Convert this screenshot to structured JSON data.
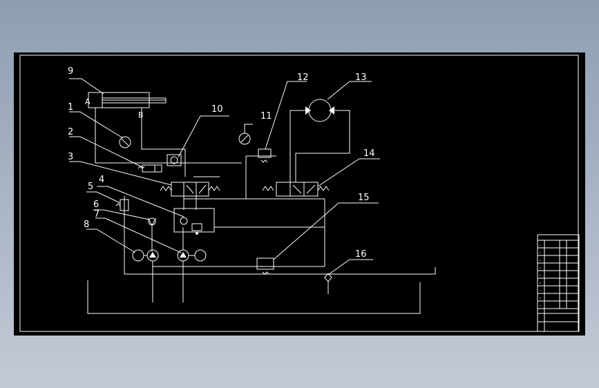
{
  "callouts": [
    "9",
    "1",
    "2",
    "3",
    "5",
    "4",
    "6",
    "7",
    "8",
    "10",
    "11",
    "12",
    "13",
    "14",
    "15",
    "16"
  ],
  "cylinder_ports": {
    "a": "A",
    "b": "B"
  },
  "title_block": {
    "rows": [
      [
        "1",
        "",
        "",
        "",
        ""
      ],
      [
        "2",
        "",
        "",
        "",
        ""
      ],
      [
        "3",
        "",
        "",
        "",
        ""
      ],
      [
        "4",
        "",
        "",
        "",
        ""
      ],
      [
        "5",
        "",
        "",
        "",
        ""
      ],
      [
        "6",
        "",
        "",
        "",
        ""
      ],
      [
        "7",
        "",
        "",
        "",
        ""
      ],
      [
        "8",
        "",
        "",
        "",
        ""
      ],
      [
        "9",
        "",
        "",
        "",
        ""
      ]
    ]
  }
}
